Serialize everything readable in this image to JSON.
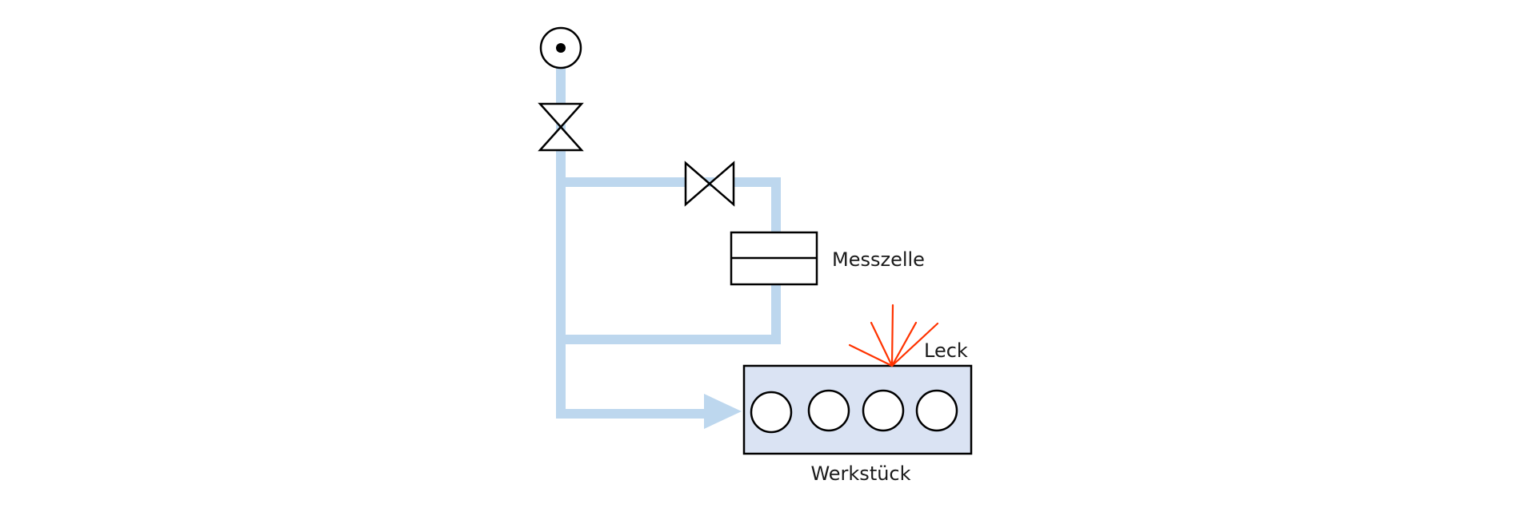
{
  "labels": {
    "measuring_cell": "Messzelle",
    "leak": "Leck",
    "workpiece": "Werkstück"
  },
  "colors": {
    "pipe": "#bdd7ee",
    "workpiece_fill": "#dae3f3",
    "stroke": "#000000",
    "leak": "#ff3300"
  },
  "icons": {
    "source": "pressure-source-icon",
    "main_valve": "valve-icon",
    "branch_valve": "valve-icon",
    "leak": "leak-burst-icon"
  }
}
